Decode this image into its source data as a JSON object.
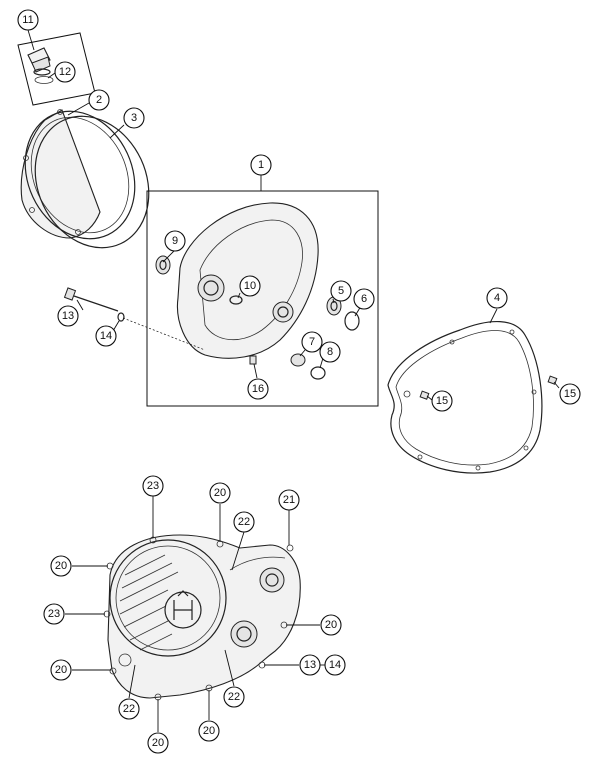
{
  "callouts": {
    "c11": "11",
    "c12": "12",
    "c2": "2",
    "c3": "3",
    "c1": "1",
    "c9": "9",
    "c10": "10",
    "c5": "5",
    "c6": "6",
    "c4": "4",
    "c13a": "13",
    "c14a": "14",
    "c7": "7",
    "c8": "8",
    "c16": "16",
    "c15a": "15",
    "c15b": "15",
    "c23a": "23",
    "c20a": "20",
    "c21": "21",
    "c22a": "22",
    "c20b": "20",
    "c23b": "23",
    "c20c": "20",
    "c20d": "20",
    "c13b": "13",
    "c14b": "14",
    "c22b": "22",
    "c22c": "22",
    "c20e": "20",
    "c20f": "20"
  },
  "colors": {
    "line": "#222222",
    "background": "#ffffff"
  }
}
